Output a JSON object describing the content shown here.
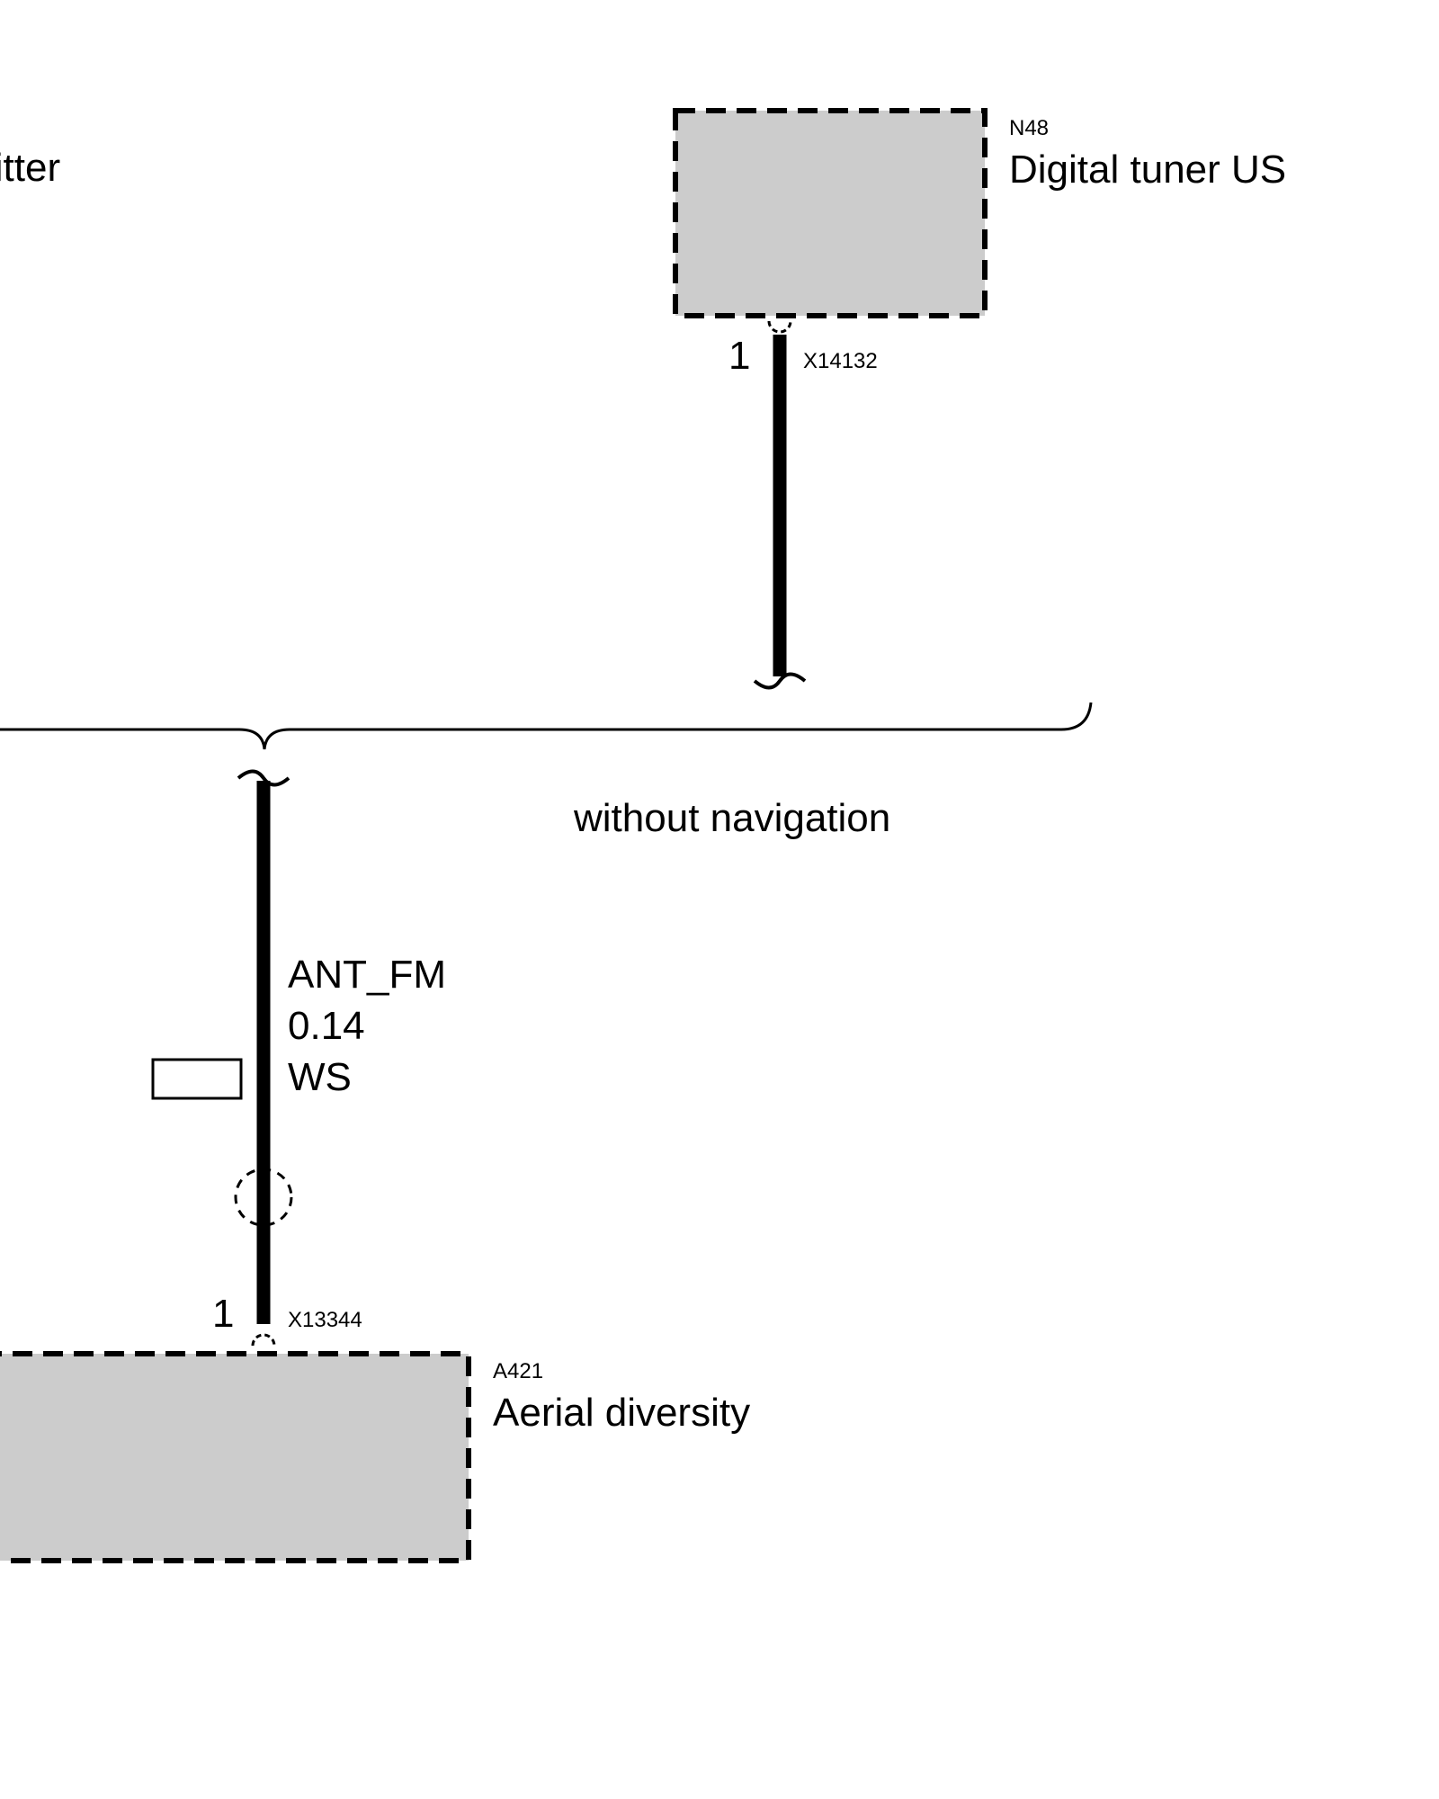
{
  "partial_label": "litter",
  "components": {
    "digital_tuner": {
      "id": "N48",
      "name": "Digital tuner US",
      "pin": "1",
      "connector": "X14132",
      "fill_color": "#cccccc"
    },
    "aerial_diversity": {
      "id": "A421",
      "name": "Aerial diversity",
      "pin": "1",
      "connector": "X13344",
      "fill_color": "#cccccc"
    }
  },
  "brace_label": "without navigation",
  "wire": {
    "signal": "ANT_FM",
    "cross_section": "0.14",
    "color_code": "WS"
  }
}
